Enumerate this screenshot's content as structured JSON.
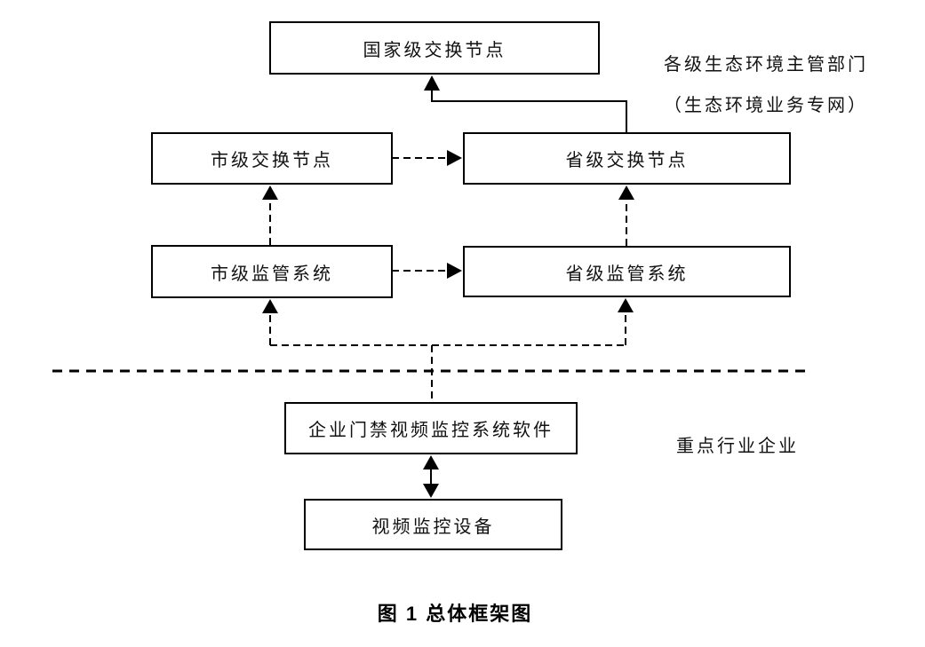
{
  "figure": {
    "caption": "图 1 总体框架图",
    "colors": {
      "background": "#ffffff",
      "line": "#000000",
      "box_border": "#000000",
      "text": "#111111"
    },
    "nodes": {
      "national_exchange": {
        "label": "国家级交换节点"
      },
      "city_exchange": {
        "label": "市级交换节点"
      },
      "provincial_exchange": {
        "label": "省级交换节点"
      },
      "city_supervision": {
        "label": "市级监管系统"
      },
      "provincial_supervision": {
        "label": "省级监管系统"
      },
      "enterprise_software": {
        "label": "企业门禁视频监控系统软件"
      },
      "video_device": {
        "label": "视频监控设备"
      }
    },
    "zone_labels": {
      "government": {
        "line1": "各级生态环境主管部门",
        "line2": "（生态环境业务专网）"
      },
      "enterprise": {
        "label": "重点行业企业"
      }
    }
  }
}
